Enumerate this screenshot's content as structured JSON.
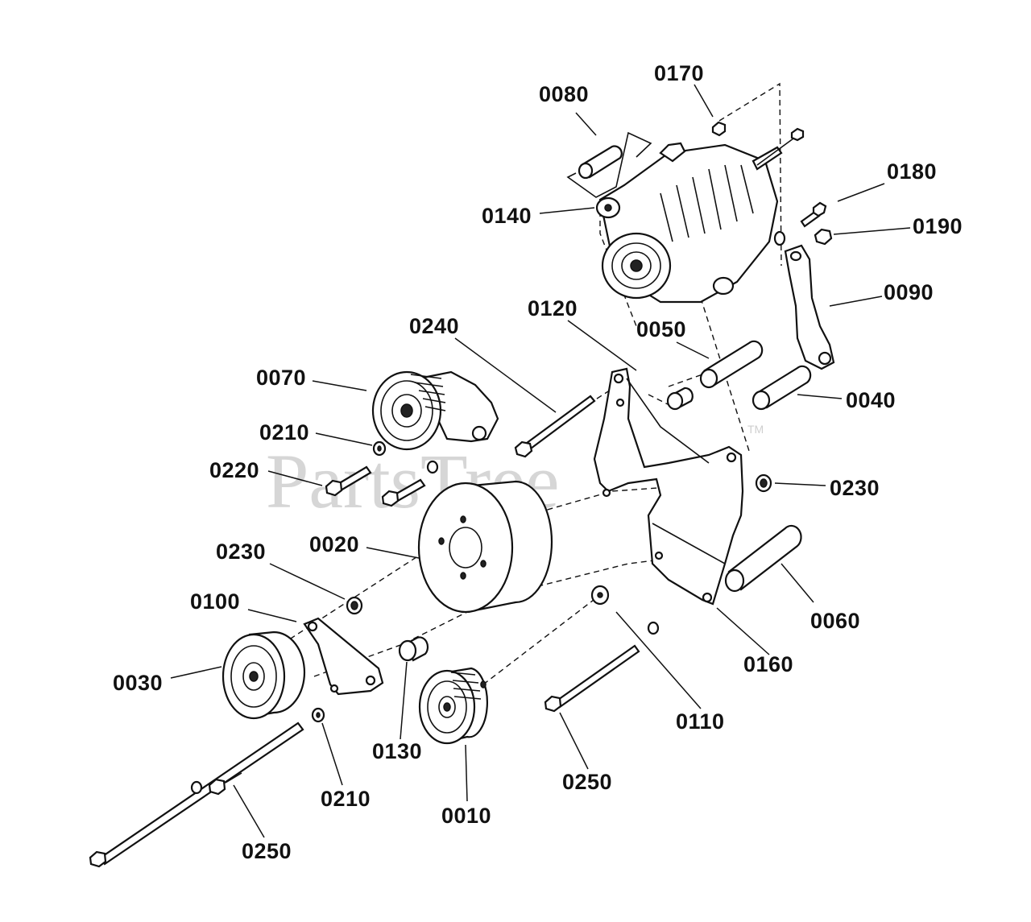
{
  "watermark": {
    "text": "PartsTree",
    "trademark": "TM"
  },
  "callouts": {
    "c0170": "0170",
    "c0080": "0080",
    "c0180": "0180",
    "c0140": "0140",
    "c0190": "0190",
    "c0090": "0090",
    "c0120": "0120",
    "c0240": "0240",
    "c0050": "0050",
    "c0070": "0070",
    "c0040": "0040",
    "c0210a": "0210",
    "c0220": "0220",
    "c0230a": "0230",
    "c0020": "0020",
    "c0230b": "0230",
    "c0100": "0100",
    "c0060": "0060",
    "c0160": "0160",
    "c0030": "0030",
    "c0110": "0110",
    "c0130": "0130",
    "c0250a": "0250",
    "c0210b": "0210",
    "c0010": "0010",
    "c0250b": "0250"
  }
}
